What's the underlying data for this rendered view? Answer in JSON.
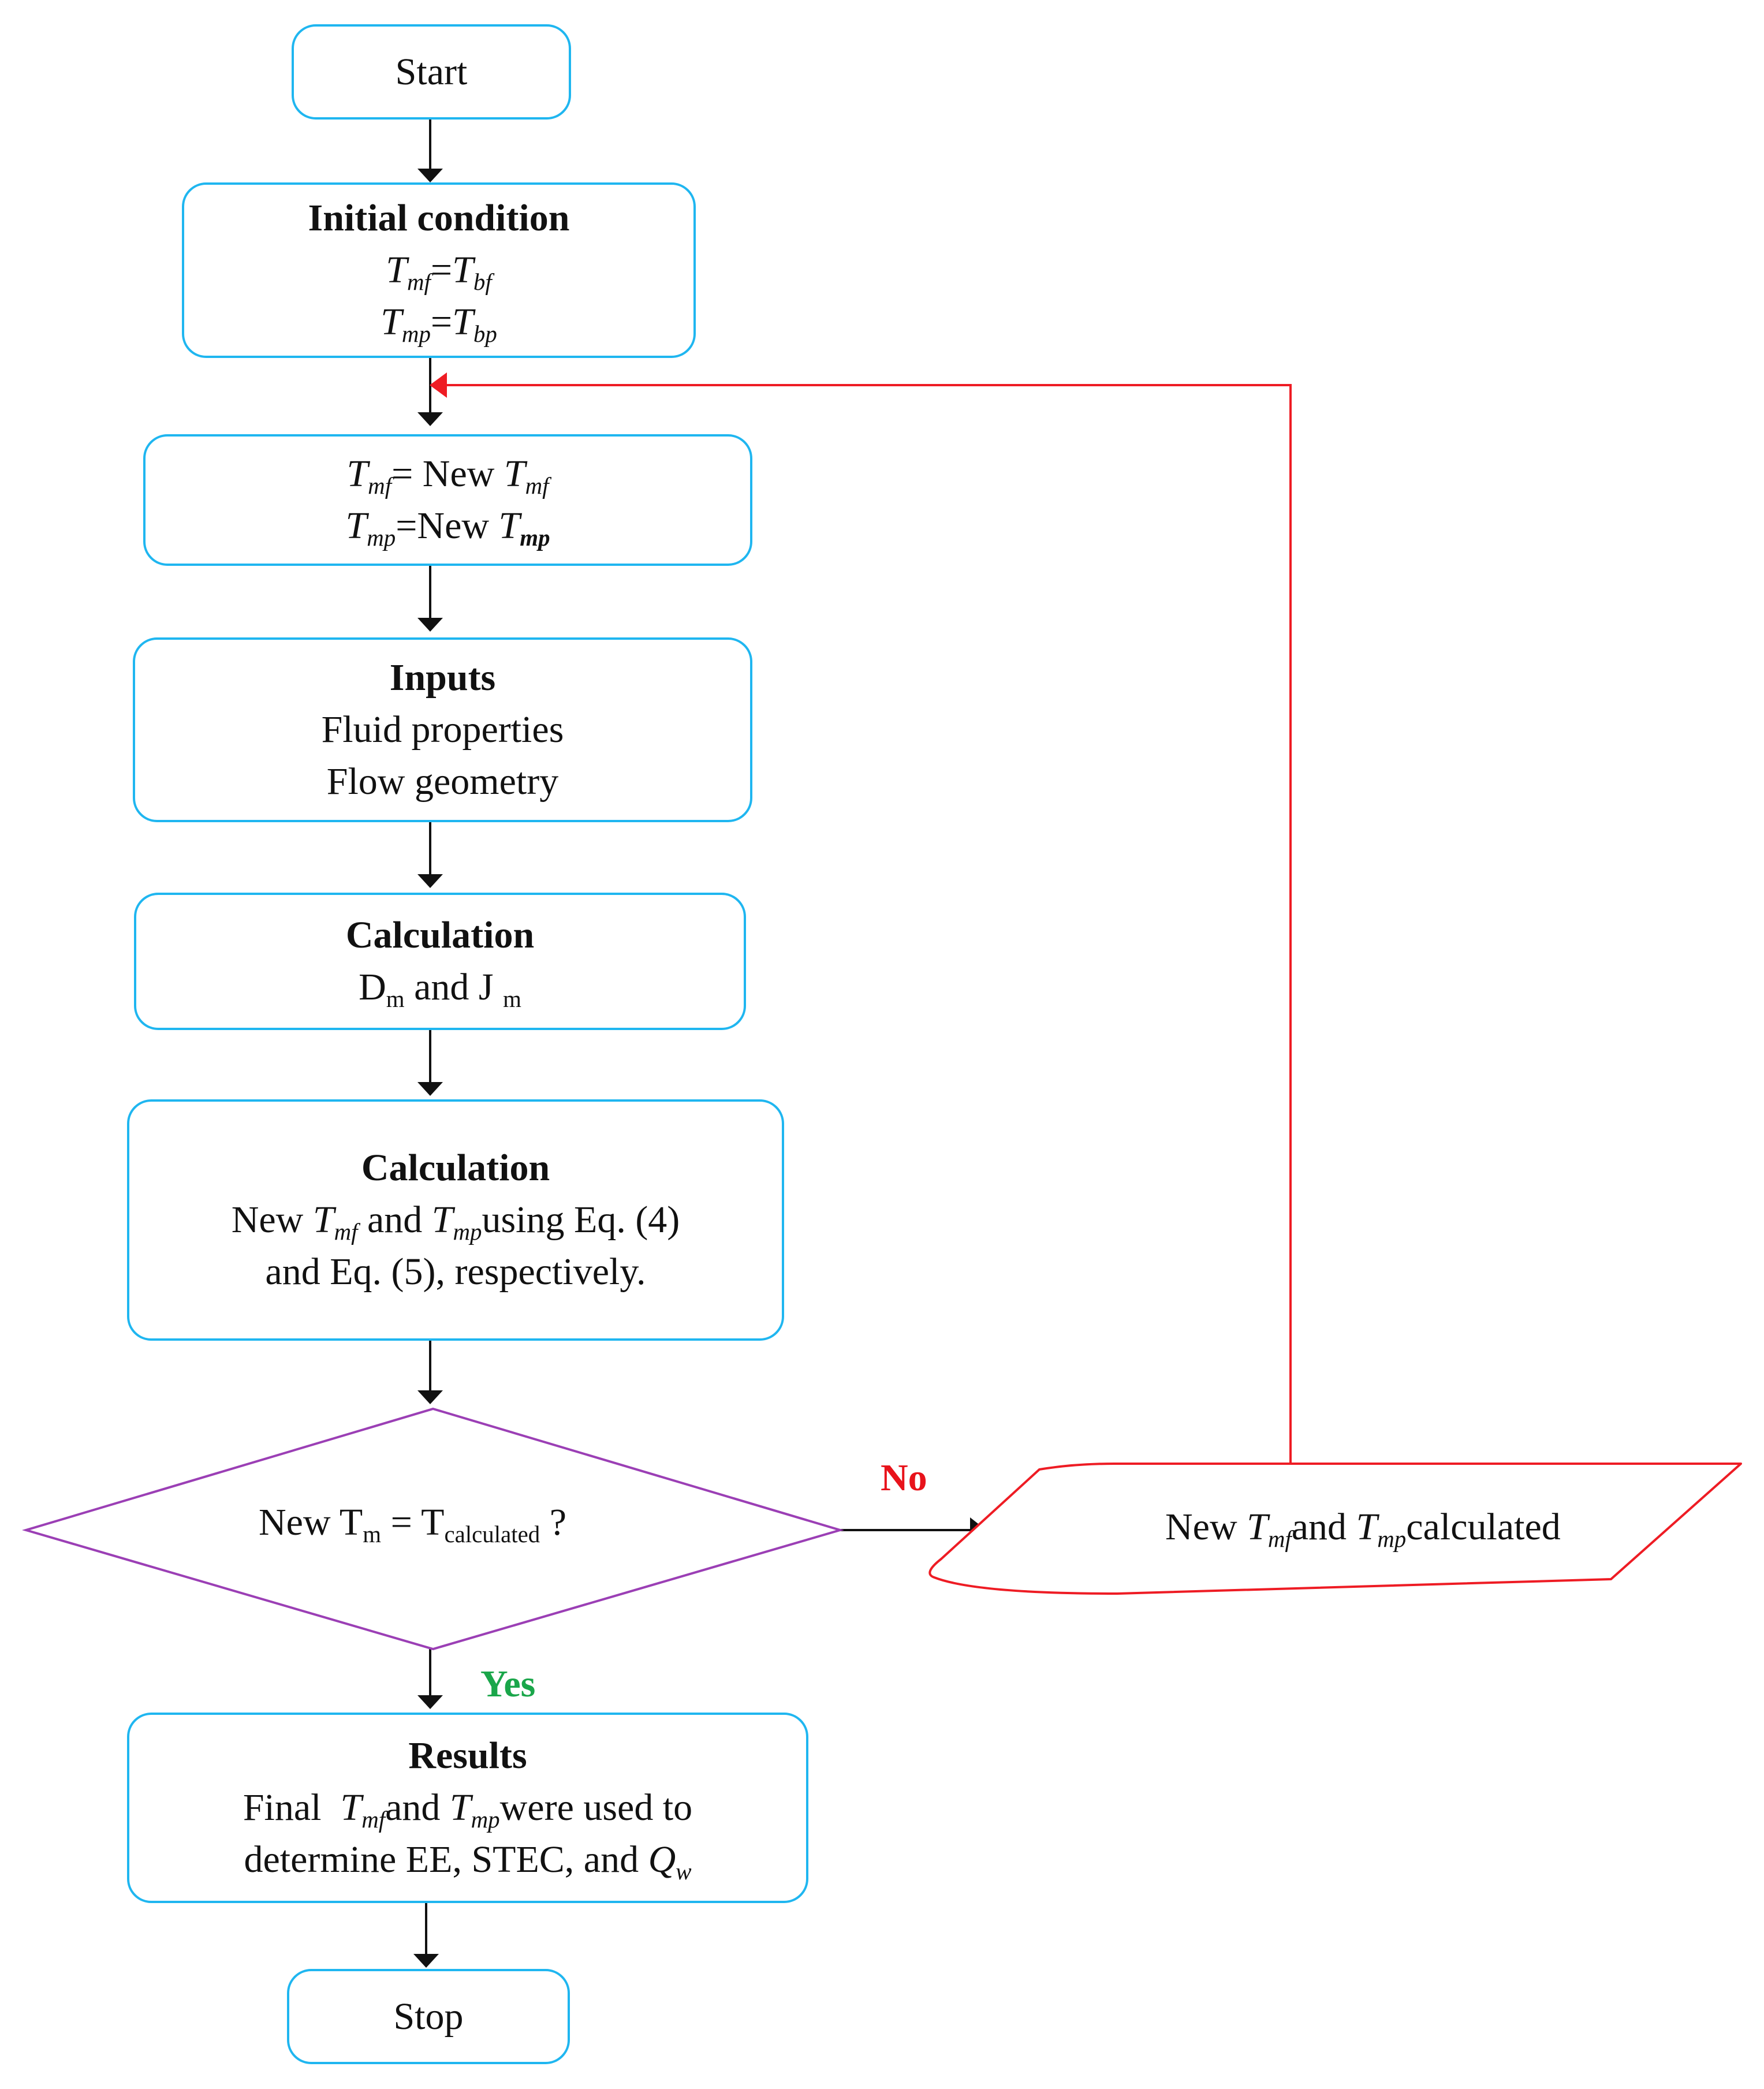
{
  "flowchart": {
    "start": {
      "label": "Start"
    },
    "initial": {
      "title": "Initial condition",
      "eq1": {
        "lhs": "T",
        "lhs_sub": "mf",
        "op": "=",
        "rhs": "T",
        "rhs_sub": "bf"
      },
      "eq2": {
        "lhs": "T",
        "lhs_sub": "mp",
        "op": "=",
        "rhs": "T",
        "rhs_sub": "bp"
      }
    },
    "update": {
      "eq1": {
        "lhs": "T",
        "lhs_sub": "mf",
        "op": "= New",
        "rhs": "T",
        "rhs_sub": "mf"
      },
      "eq2": {
        "lhs": "T",
        "lhs_sub": "mp",
        "op": "=New",
        "rhs": "T",
        "rhs_sub": "mp"
      }
    },
    "inputs": {
      "title": "Inputs",
      "line1": "Fluid properties",
      "line2": "Flow geometry"
    },
    "calc1": {
      "title": "Calculation",
      "d": "D",
      "d_sub": "m",
      "mid": "and J",
      "j_sub": "m"
    },
    "calc2": {
      "title": "Calculation",
      "new": "New",
      "t1": "T",
      "t1_sub": "mf",
      "and": "and",
      "t2": "T",
      "t2_sub": "mp",
      "using": "using Eq. (4)",
      "line2": "and Eq. (5), respectively."
    },
    "decision": {
      "prefix": "New T",
      "sub1": "m",
      "mid": " = T",
      "sub2": "calculated",
      "suffix": " ?"
    },
    "output": {
      "new": "New",
      "t1": "T",
      "t1_sub": "mf",
      "and": "and",
      "t2": "T",
      "t2_sub": "mp",
      "suffix": "calculated"
    },
    "results": {
      "title": "Results",
      "final": "Final",
      "t1": "T",
      "t1_sub": "mf",
      "and": "and",
      "t2": "T",
      "t2_sub": "mp",
      "tail": "were used to",
      "line2": "determine EE, STEC, and",
      "q": "Q",
      "q_sub": "w"
    },
    "stop": {
      "label": "Stop"
    },
    "branch_no": "No",
    "branch_yes": "Yes"
  },
  "colors": {
    "box_border": "#1fb6f0",
    "decision_border": "#9b3fb5",
    "output_border": "#ee1c24",
    "loop_line": "#ee1c24",
    "no_label": "#e8131b",
    "yes_label": "#1aa64a",
    "arrow": "#111111"
  }
}
